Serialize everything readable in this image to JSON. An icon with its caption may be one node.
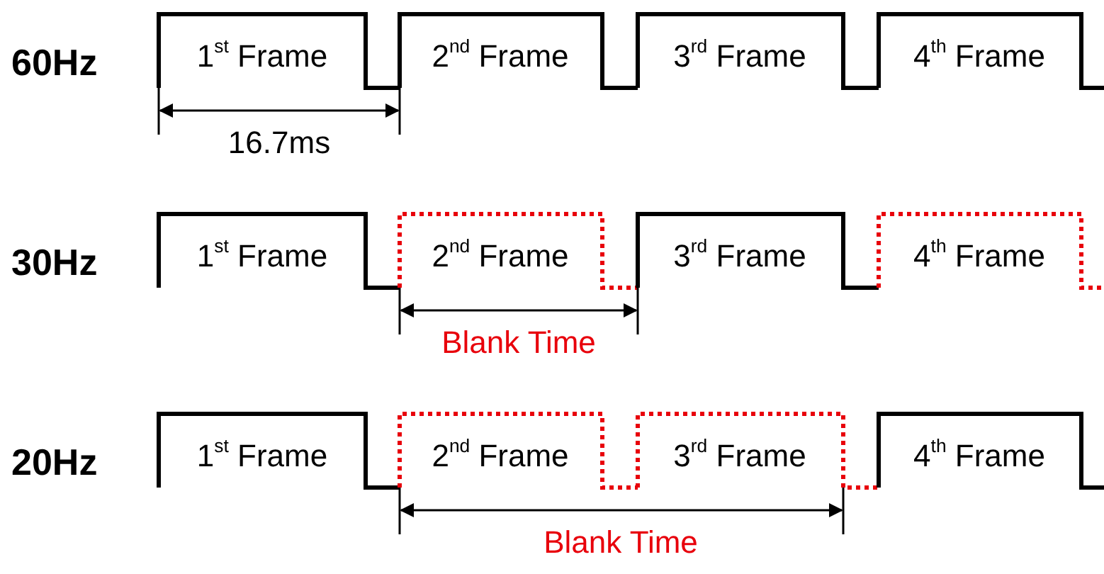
{
  "diagram": {
    "labels": [
      "60Hz",
      "1$^{st}$ Frame",
      "2$^{nd}$ Frame",
      "3$^{rd}$ Frame",
      "4$^{th}$ Frame",
      "16.7ms",
      "30Hz",
      "1$^{st}$ Frame",
      "2$^{nd}$ Frame",
      "3$^{rd}$ Frame",
      "4$^{th}$ Frame",
      "Blank Time",
      "20Hz",
      "1$^{st}$ Frame",
      "2$^{nd}$ Frame",
      "3$^{rd}$ Frame",
      "4$^{th}$ Frame",
      "Blank Time"
    ]
  }
}
